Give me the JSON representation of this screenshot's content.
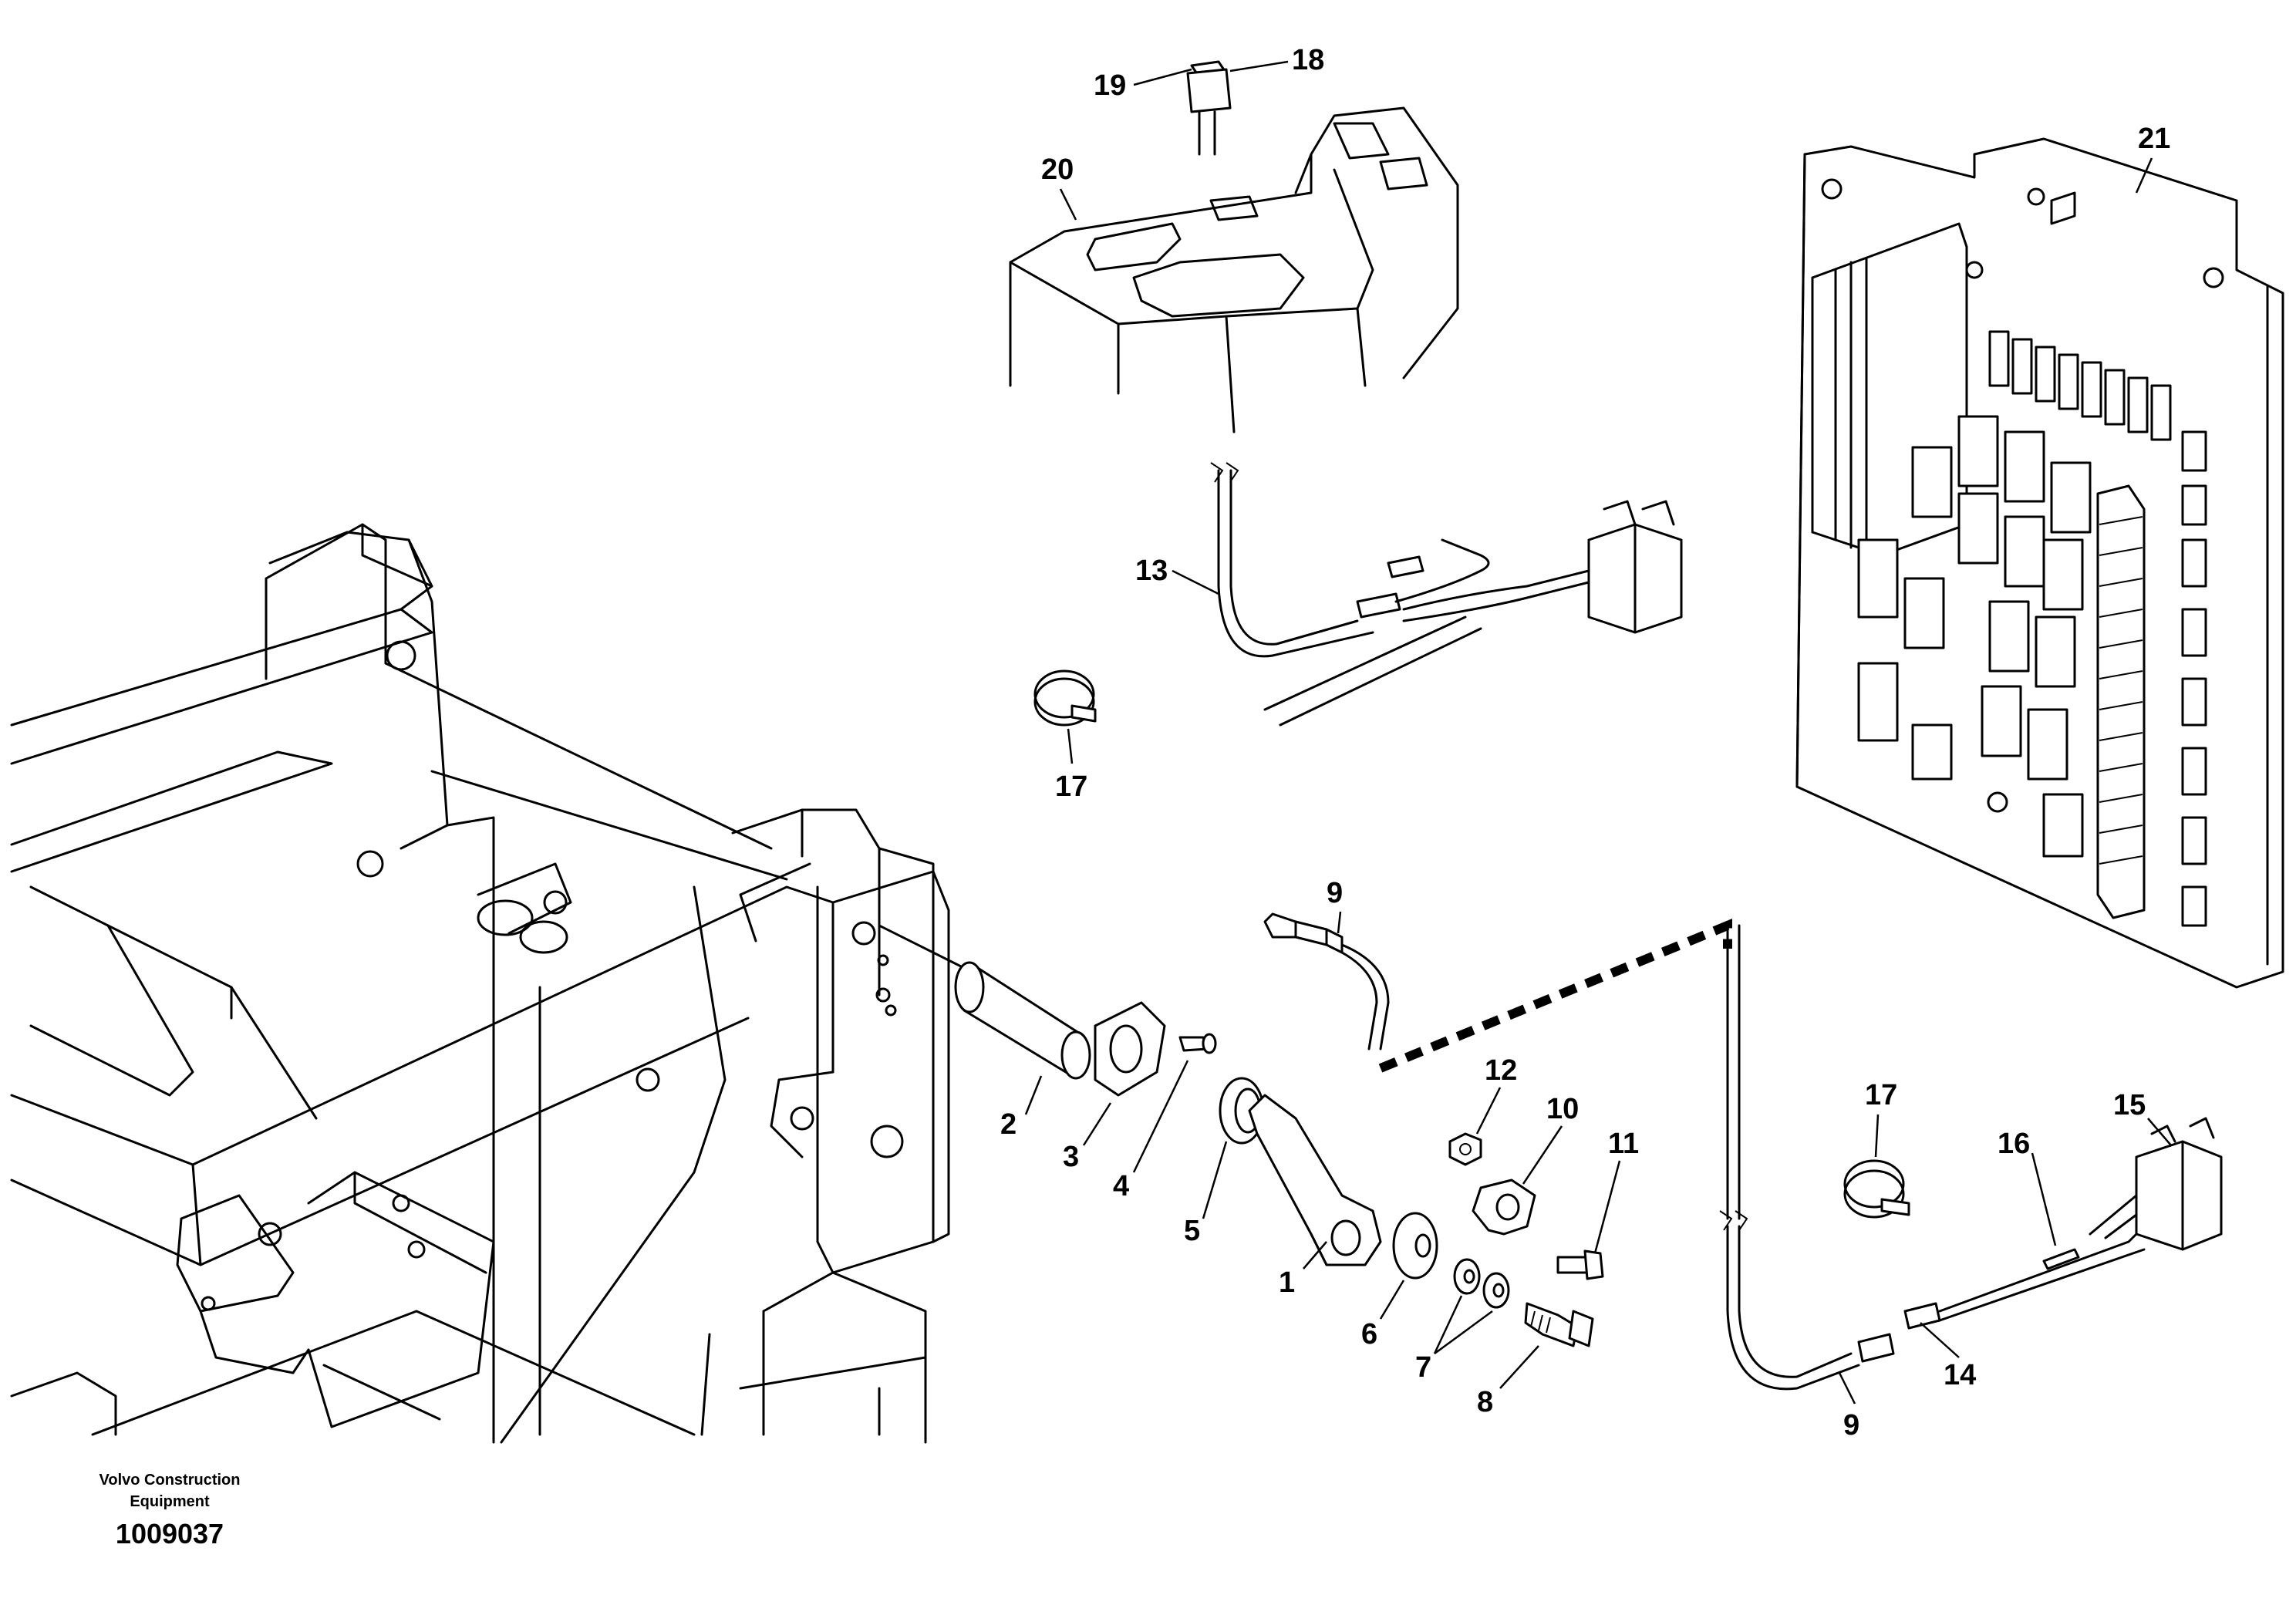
{
  "callouts": [
    "19",
    "18",
    "20",
    "21",
    "13",
    "17",
    "9",
    "12",
    "10",
    "11",
    "2",
    "3",
    "4",
    "5",
    "1",
    "6",
    "7",
    "8",
    "17",
    "15",
    "16",
    "9",
    "14"
  ],
  "footer": {
    "maker_line1": "Volvo Construction",
    "maker_line2": "Equipment",
    "drawing_number": "1009037"
  },
  "colors": {
    "ink": "#000000",
    "paper": "#ffffff"
  }
}
